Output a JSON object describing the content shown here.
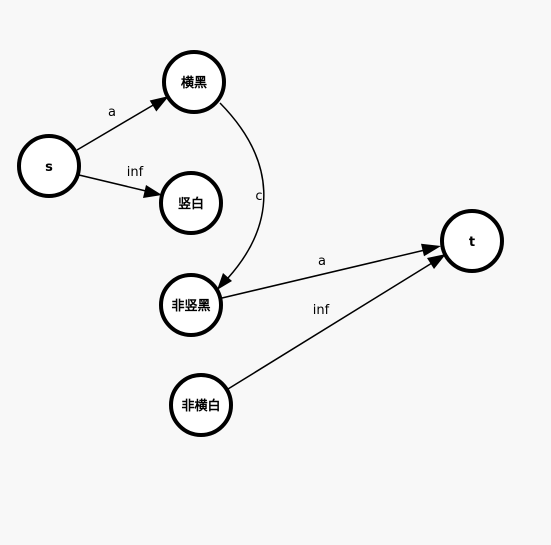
{
  "colors": {
    "background": "#f8f8f8",
    "node_fill": "#ffffff",
    "stroke": "#000000"
  },
  "nodes": [
    {
      "id": "s",
      "label": "s"
    },
    {
      "id": "hengHei",
      "label": "横黑"
    },
    {
      "id": "shuBai",
      "label": "竖白"
    },
    {
      "id": "feiShuHei",
      "label": "非竖黑"
    },
    {
      "id": "t",
      "label": "t"
    },
    {
      "id": "feiHengBai",
      "label": "非横白"
    }
  ],
  "edges": [
    {
      "from": "s",
      "to": "hengHei",
      "label": "a"
    },
    {
      "from": "s",
      "to": "shuBai",
      "label": "inf"
    },
    {
      "from": "hengHei",
      "to": "feiShuHei",
      "label": "c"
    },
    {
      "from": "feiShuHei",
      "to": "t",
      "label": "a"
    },
    {
      "from": "feiHengBai",
      "to": "t",
      "label": "inf"
    }
  ]
}
